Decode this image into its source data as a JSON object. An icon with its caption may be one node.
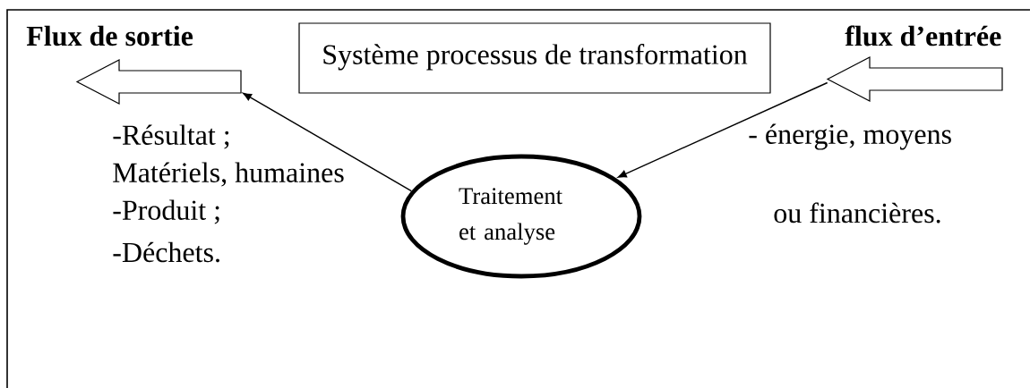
{
  "diagram": {
    "nodes": [
      {
        "text": [
          "Système processus de transformation"
        ]
      },
      {
        "text": [],
        "shape": "arrow",
        "beside": [
          "Flux de sortie"
        ]
      },
      {
        "text": [],
        "shape": "arrow",
        "beside": [
          "flux d’entrée"
        ]
      },
      {
        "text": [
          "Traitement et analyse"
        ]
      }
    ],
    "edges": [
      {
        "from": 3,
        "to": 1,
        "arrow": "to"
      },
      {
        "from": 2,
        "to": 3,
        "arrow": "to"
      }
    ],
    "labels": [
      "-Résultat ;",
      "- énergie, moyens",
      "Matériels, humaines",
      "-Produit ;",
      "ou financières.",
      "-Déchets."
    ]
  }
}
